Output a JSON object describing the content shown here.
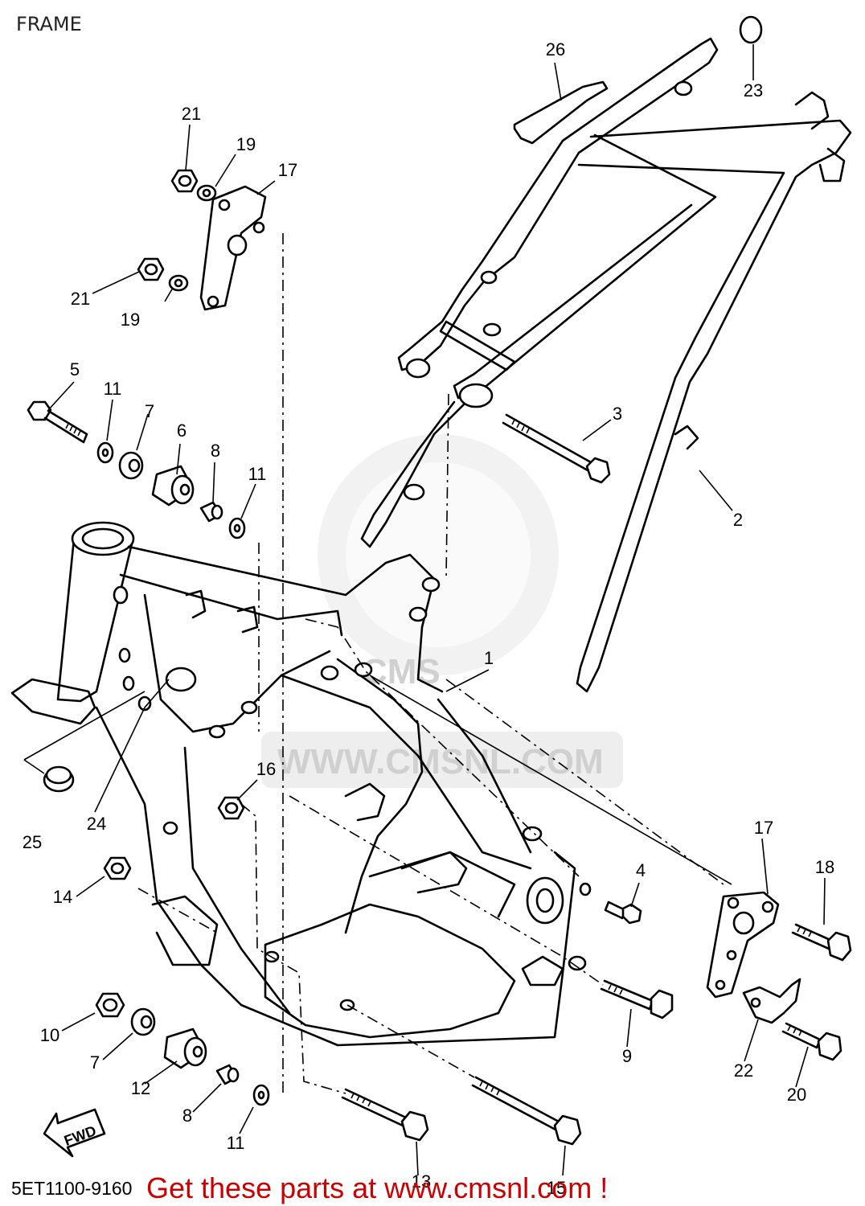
{
  "diagram": {
    "title": "FRAME",
    "drawing_code": "5ET1100-9160",
    "direction_label": "FWD",
    "watermark": {
      "text": "WWW.CMSNL.COM",
      "logo_text": "CMS"
    },
    "promo_text": "Get these parts at www.cmsnl.com !",
    "part_numbers": [
      "1",
      "2",
      "3",
      "4",
      "5",
      "6",
      "7",
      "8",
      "9",
      "10",
      "11",
      "12",
      "13",
      "14",
      "15",
      "16",
      "17",
      "18",
      "19",
      "20",
      "21",
      "22",
      "23",
      "24",
      "25",
      "26"
    ],
    "callout_labels": {
      "c1": "1",
      "c2": "2",
      "c3": "3",
      "c4": "4",
      "c5": "5",
      "c6": "6",
      "c7a": "7",
      "c7b": "7",
      "c8a": "8",
      "c8b": "8",
      "c9": "9",
      "c10": "10",
      "c11a": "11",
      "c11b": "11",
      "c11c": "11",
      "c12": "12",
      "c13": "13",
      "c14": "14",
      "c15": "15",
      "c16": "16",
      "c17a": "17",
      "c17b": "17",
      "c18": "18",
      "c19a": "19",
      "c19b": "19",
      "c20": "20",
      "c21a": "21",
      "c21b": "21",
      "c22": "22",
      "c23": "23",
      "c24": "24",
      "c25": "25",
      "c26": "26"
    }
  }
}
